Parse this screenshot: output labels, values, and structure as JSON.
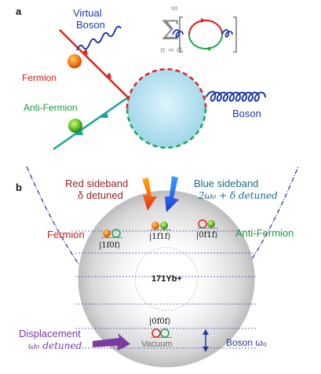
{
  "panel_a": {
    "letter": "a",
    "virtual_boson": [
      "Virtual",
      "Boson"
    ],
    "fermion": "Fermion",
    "anti_fermion": "Anti-Fermion",
    "boson": "Boson",
    "sum_upper": "∞",
    "sum_lower": "n = 0",
    "colors": {
      "fermion": "#e0221c",
      "anti_fermion": "#1aa84a",
      "boson": "#1f3aa6",
      "blob": "#a9dff0"
    }
  },
  "panel_b": {
    "letter": "b",
    "red_sideband": [
      "Red sideband",
      "δ detuned"
    ],
    "blue_sideband": [
      "Blue sideband",
      "2ω₀ + δ detuned"
    ],
    "fermion": "Fermion",
    "anti_fermion": "Anti-Fermion",
    "ket_fermion": "|1f0f⟩",
    "ket_pair": "|1f1f⟩",
    "ket_anti": "|0f1f⟩",
    "ket_vacuum": "|0f0f⟩",
    "vacuum": "Vacuum",
    "ion": "171Yb+",
    "displacement": [
      "Displacement",
      "ω₀ detuned"
    ],
    "boson_label": "Boson ω₀",
    "colors": {
      "red_beam": "#e8401c",
      "blue_beam": "#1a55d6",
      "purple": "#7a3aa0"
    }
  }
}
